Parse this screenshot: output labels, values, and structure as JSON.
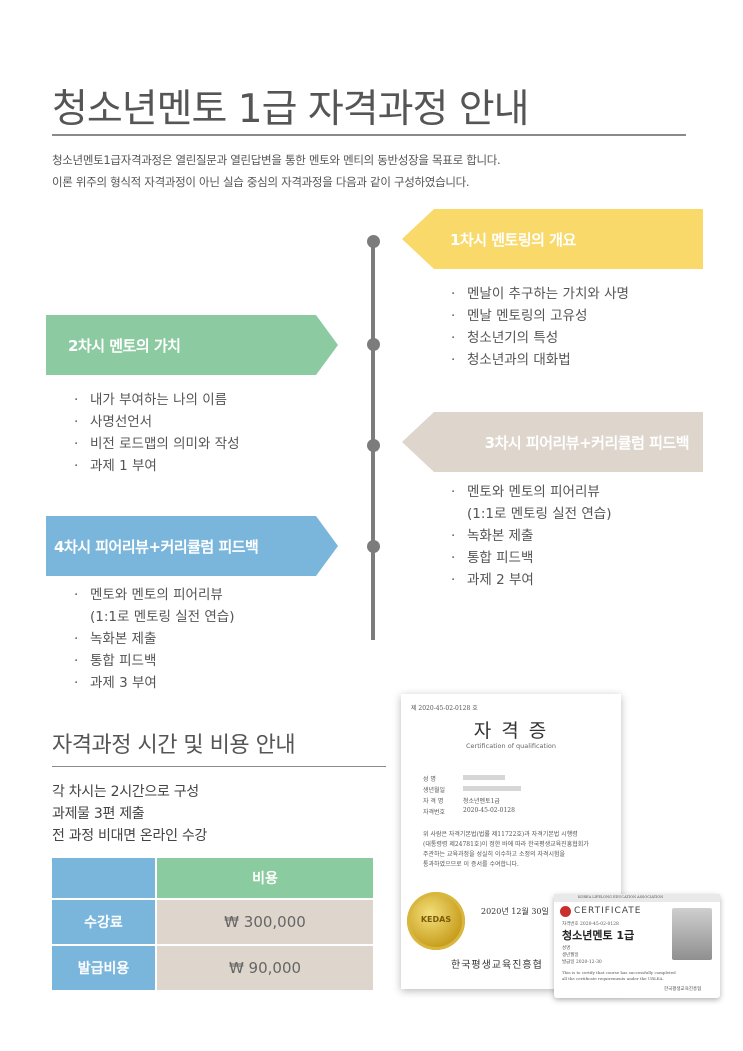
{
  "title": "청소년멘토 1급 자격과정 안내",
  "intro": {
    "line1": "청소년멘토1급자격과정은 열린질문과 열린답변을 통한 멘토와 멘티의 동반성장을 목표로 합니다.",
    "line2": "이론 위주의 형식적 자격과정이 아닌 실습 중심의 자격과정을 다음과 같이 구성하였습니다."
  },
  "bullet": "·",
  "sessions": [
    {
      "label": "1차시 멘토링의 개요",
      "color": "#f9d96a",
      "items": [
        "멘날이 추구하는 가치와 사명",
        "멘날 멘토링의 고유성",
        "청소년기의 특성",
        "청소년과의 대화법"
      ]
    },
    {
      "label": "2차시 멘토의 가치",
      "color": "#8ccba1",
      "items": [
        "내가 부여하는 나의 이름",
        "사명선언서",
        "비전 로드맵의 의미와 작성",
        "과제 1 부여"
      ]
    },
    {
      "label": "3차시 피어리뷰+커리큘럼 피드백",
      "color": "#ded5cc",
      "items": [
        "멘토와 멘토의 피어리뷰",
        "(1:1로 멘토링 실전 연습)",
        "녹화본 제출",
        "통합 피드백",
        "과제 2 부여"
      ]
    },
    {
      "label": "4차시 피어리뷰+커리큘럼 피드백",
      "color": "#7ab6dc",
      "items": [
        "멘토와 멘토의 피어리뷰",
        "(1:1로 멘토링 실전 연습)",
        "녹화본 제출",
        "통합 피드백",
        "과제 3 부여"
      ]
    }
  ],
  "section2": {
    "title": "자격과정 시간 및 비용 안내",
    "notes": [
      "각 차시는 2시간으로 구성",
      "과제물 3편 제출",
      "전 과정 비대면 온라인 수강"
    ]
  },
  "cost_table": {
    "header": "비용",
    "rows": [
      {
        "label": "수강료",
        "value": "₩ 300,000"
      },
      {
        "label": "발급비용",
        "value": "₩ 90,000"
      }
    ]
  },
  "certificate": {
    "number": "제 2020-45-02-0128 호",
    "title": "자 격 증",
    "subtitle": "Certification of qualification",
    "fields": [
      {
        "label": "성    명",
        "value": ""
      },
      {
        "label": "생년월일",
        "value": ""
      },
      {
        "label": "자 격 명",
        "value": "청소년멘토1급"
      },
      {
        "label": "자격번호",
        "value": "2020-45-02-0128"
      }
    ],
    "body": [
      "위 사람은 자격기본법(법률 제11722호)과 자격기본법 시행령",
      "(대통령령 제24781호)이 정한 바에 따라 한국평생교육진흥협회가",
      "주관하는 교육과정을 성실히 이수하고 소정의 자격시험을",
      "통과하였으므로 이 증서를 수여합니다."
    ],
    "date": "2020년  12월  30일",
    "issuer": "한국평생교육진흥협",
    "seal_text": "KEDAS"
  },
  "card": {
    "brand": "CERTIFICATE",
    "header_small": "KOREA LIFELONG EDUCATION ASSOCIATION",
    "number_small": "자격번호  2020-45-02-0128",
    "title": "청소년멘토 1급",
    "fields": [
      "성명",
      "생년월일",
      "발급일    2020-12-30"
    ],
    "text1": "This is to certify that course has successfully completed",
    "text2": "all the certificate requirements under the URLEA.",
    "footer": "한국평생교육진흥협"
  }
}
